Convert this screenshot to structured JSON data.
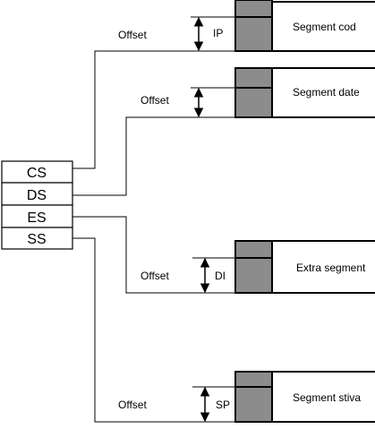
{
  "registers": [
    {
      "id": "cs",
      "label": "CS"
    },
    {
      "id": "ds",
      "label": "DS"
    },
    {
      "id": "es",
      "label": "ES"
    },
    {
      "id": "ss",
      "label": "SS"
    }
  ],
  "segments": [
    {
      "id": "code",
      "title": "Segment cod",
      "offset_label": "Offset",
      "pointer_label": "IP"
    },
    {
      "id": "data",
      "title": "Segment date",
      "offset_label": "Offset",
      "pointer_label": ""
    },
    {
      "id": "extra",
      "title": "Extra segment",
      "offset_label": "Offset",
      "pointer_label": "DI"
    },
    {
      "id": "stack",
      "title": "Segment stiva",
      "offset_label": "Offset",
      "pointer_label": "SP"
    }
  ],
  "colors": {
    "line": "#000000",
    "segment_fill": "#8c8c8c",
    "background": "#ffffff"
  }
}
